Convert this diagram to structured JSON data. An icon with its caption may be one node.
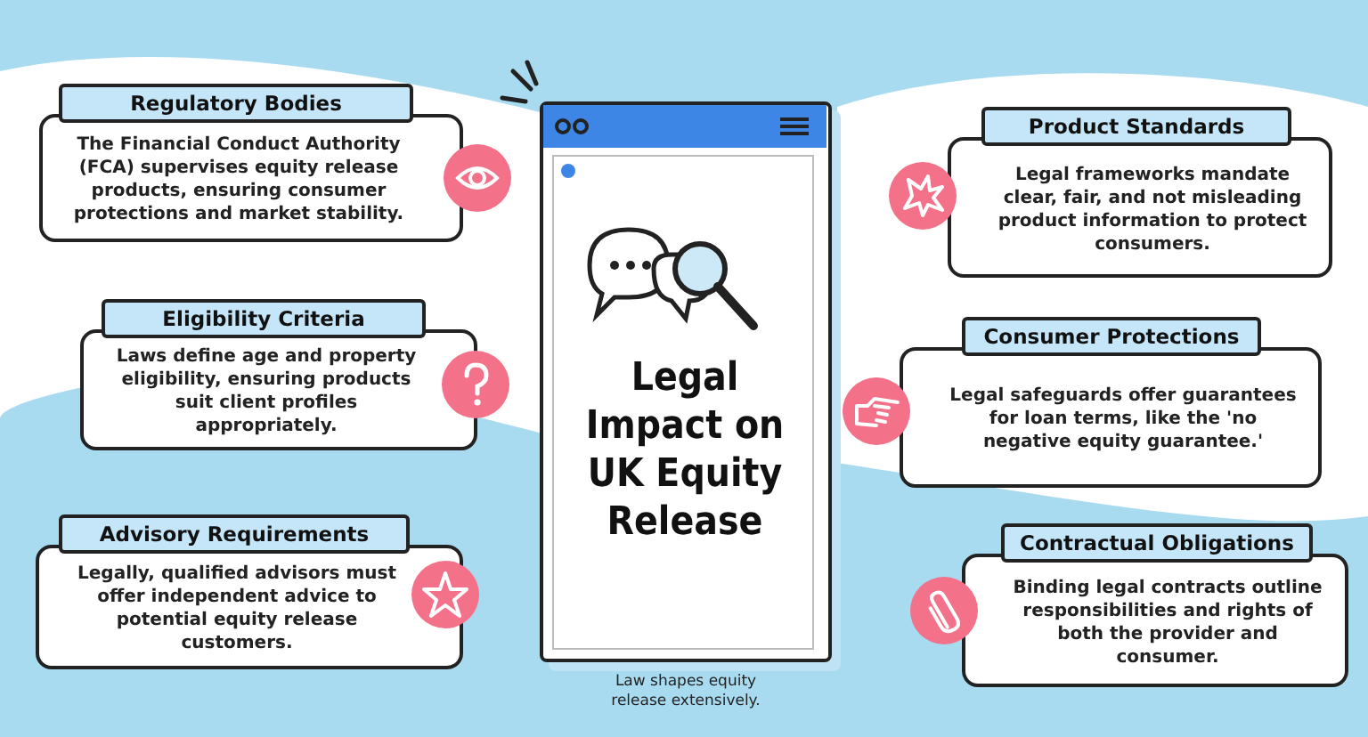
{
  "diagram": {
    "caption": "Law shapes equity release extensively.",
    "nodes": [
      {
        "text": [
          "Legal Impact on UK Equity Release"
        ]
      },
      {
        "text": [
          "Regulatory Bodies",
          "The Financial Conduct Authority (FCA) supervises equity release products, ensuring consumer protections and market stability."
        ]
      },
      {
        "text": [
          "Eligibility Criteria",
          "Laws define age and property eligibility, ensuring products suit client profiles appropriately."
        ]
      },
      {
        "text": [
          "Advisory Requirements",
          "Legally, qualified advisors must offer independent advice to potential equity release customers."
        ]
      },
      {
        "text": [
          "Product Standards",
          "Legal frameworks mandate clear, fair, and not misleading product information to protect consumers."
        ]
      },
      {
        "text": [
          "Consumer Protections",
          "Legal safeguards offer guarantees for loan terms, like the 'no negative equity guarantee.'"
        ]
      },
      {
        "text": [
          "Contractual Obligations",
          "Binding legal contracts outline responsibilities and rights of both the provider and consumer."
        ]
      }
    ],
    "edges": []
  }
}
